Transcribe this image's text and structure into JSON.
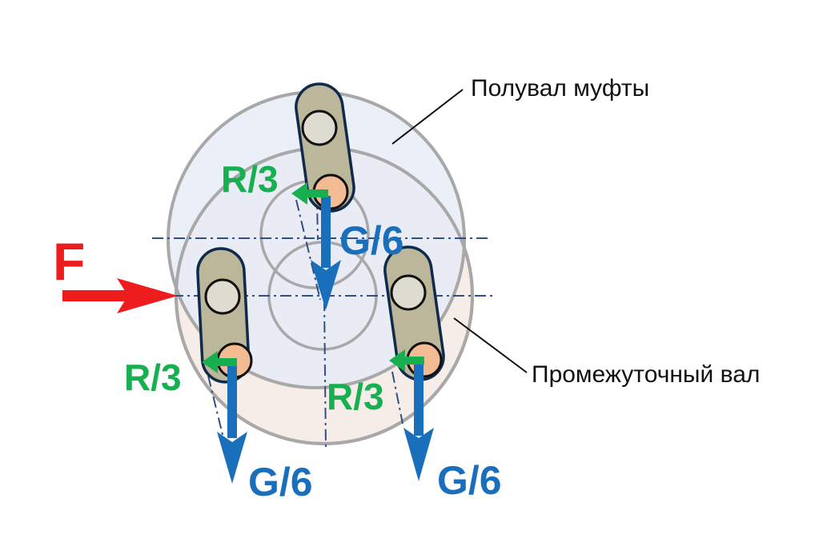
{
  "labels": {
    "force": "F",
    "friction_left": "R/3",
    "friction_top": "R/3",
    "friction_right": "R/3",
    "weight_top": "G/6",
    "weight_left": "G/6",
    "weight_right": "G/6",
    "upper_part": "Полувал муфты",
    "lower_part": "Промежуточный вал"
  },
  "colors": {
    "force_red": "#ee1c1c",
    "weight_blue": "#1a6fbd",
    "friction_green": "#17b050",
    "link_fill": "#bcb69a",
    "pin_light": "#dedbd0",
    "pin_orange": "#f3bb94",
    "centerline": "#2f4f86",
    "upper_disk": "#e9edf8",
    "lower_disk": "#f6ece8"
  }
}
